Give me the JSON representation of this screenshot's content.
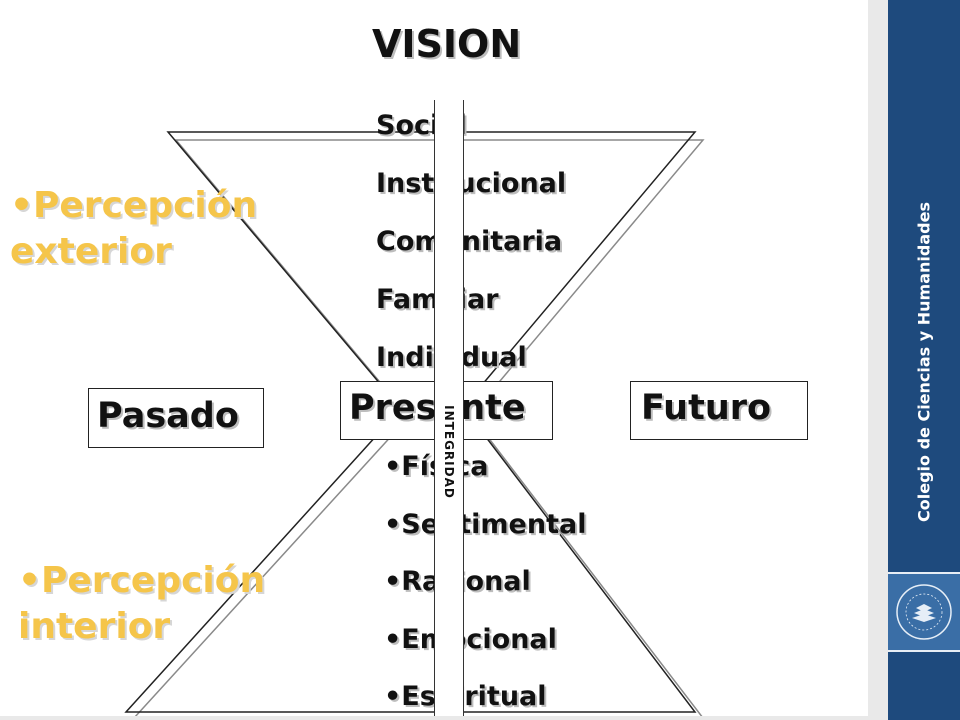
{
  "slide": {
    "title": "VISION",
    "outer_items": [
      "Social",
      "Institucional",
      "Comunitaria",
      "Familiar",
      "Individual"
    ],
    "inner_items": [
      "•Física",
      "•Sentimental",
      "•Racional",
      "•Emocional",
      "•Espiritual"
    ],
    "perception_exterior": [
      "•Percepción",
      "exterior"
    ],
    "perception_interior": [
      "•Percepción",
      "interior"
    ],
    "time": {
      "past": "Pasado",
      "present": "Presente",
      "future": "Futuro"
    },
    "center_bar_label": "INTEGRIDAD"
  },
  "sidebar": {
    "title": "Colegio de Ciencias y Humanidades",
    "logo_icon": "college-seal-logo"
  },
  "colors": {
    "accent_orange": "#f5c54a",
    "sidebar_blue": "#1e4a7d",
    "logo_blue": "#3a6ea6"
  }
}
